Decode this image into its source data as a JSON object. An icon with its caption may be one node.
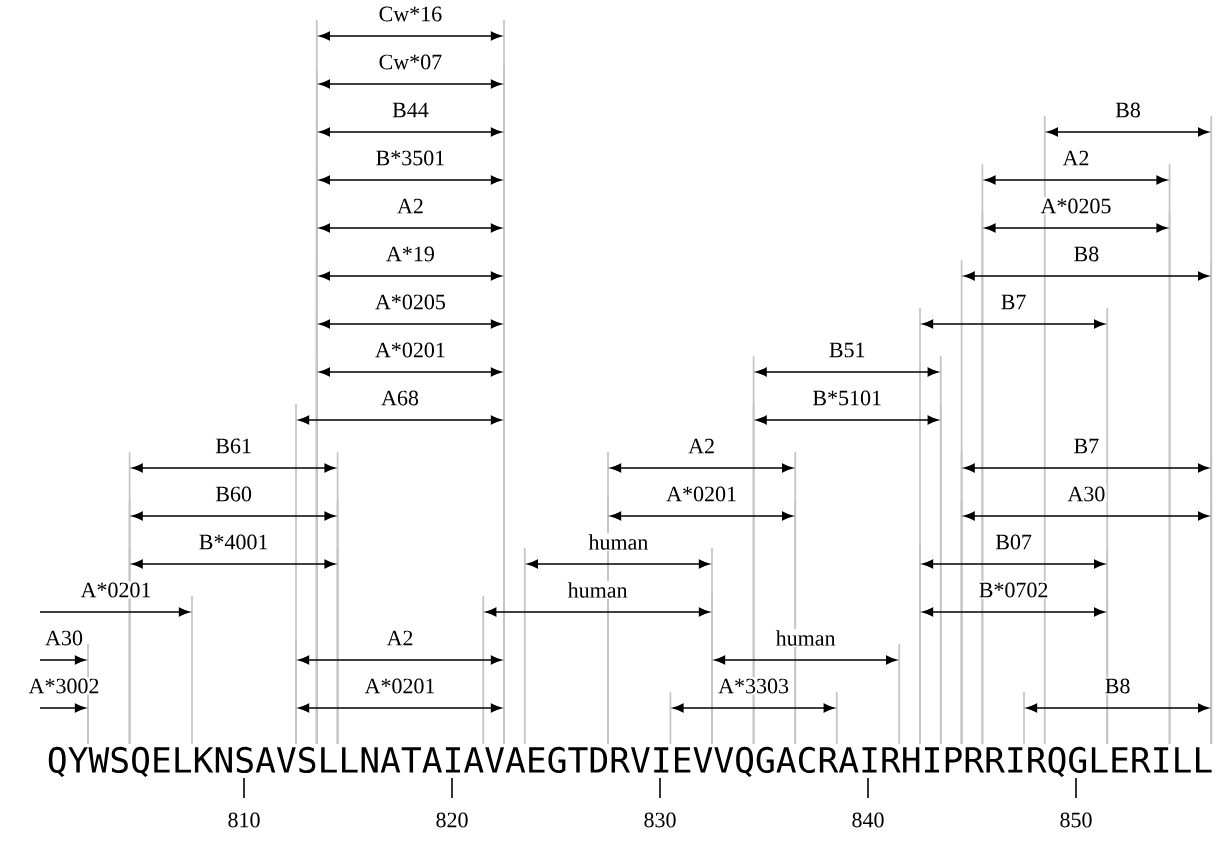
{
  "diagram": {
    "labels": [
      "Cw*16",
      "Cw*07",
      "B44",
      "B8",
      "B*3501",
      "A2",
      "A2",
      "A*0205",
      "A*19",
      "B8",
      "A*0205",
      "B7",
      "A*0201",
      "B51",
      "A68",
      "B*5101",
      "B61",
      "A2",
      "B7",
      "B60",
      "A*0201",
      "A30",
      "B*4001",
      "human",
      "B07",
      "A*0201",
      "human",
      "B*0702",
      "A30",
      "A2",
      "human",
      "A*3002",
      "A*0201",
      "A*3303",
      "B8",
      "QYWSQELKNSAVSLLNATAIAVAEGTDRVIEVVQGACRAIRHIPRRIRQGLERILL",
      "810",
      "820",
      "830",
      "840",
      "850"
    ]
  }
}
